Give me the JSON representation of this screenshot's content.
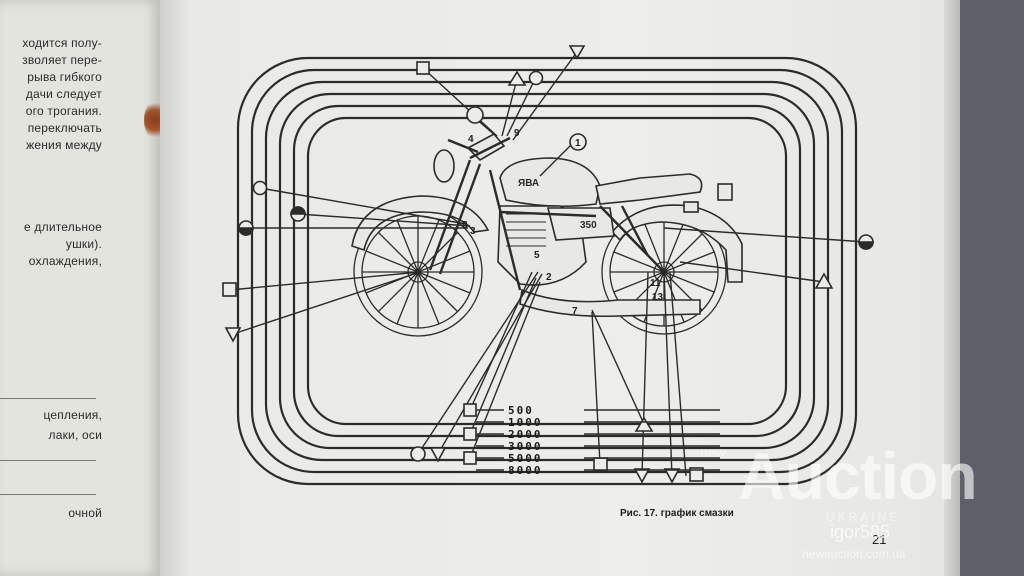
{
  "left_page": {
    "lines": [
      "ходится полу-",
      "зволяет пере-",
      "рыва гибкого",
      "дачи следует",
      "ого трогания.",
      "переключать",
      "жения между",
      "е длительное",
      "ушки).",
      "охлаждения,",
      "цепления,",
      "лаки, оси",
      "очной"
    ]
  },
  "figure": {
    "tank_brand": "ЯВА",
    "engine_badge": "350",
    "part_numbers": [
      "1",
      "2",
      "3",
      "4",
      "5",
      "7",
      "8",
      "9",
      "11",
      "13"
    ],
    "schedule_km": [
      "500",
      "1000",
      "2000",
      "3000",
      "5000",
      "8000"
    ],
    "caption": "Рис. 17. график смазки",
    "page_number": "21"
  },
  "watermark": {
    "prefix": "new",
    "name": "Auction",
    "country": "UKRAINE",
    "user": "igor585",
    "site": "newauction.com.ua"
  },
  "colors": {
    "ink": "#2b2b2b",
    "paper": "#ececE8",
    "background": "#5d6068"
  }
}
